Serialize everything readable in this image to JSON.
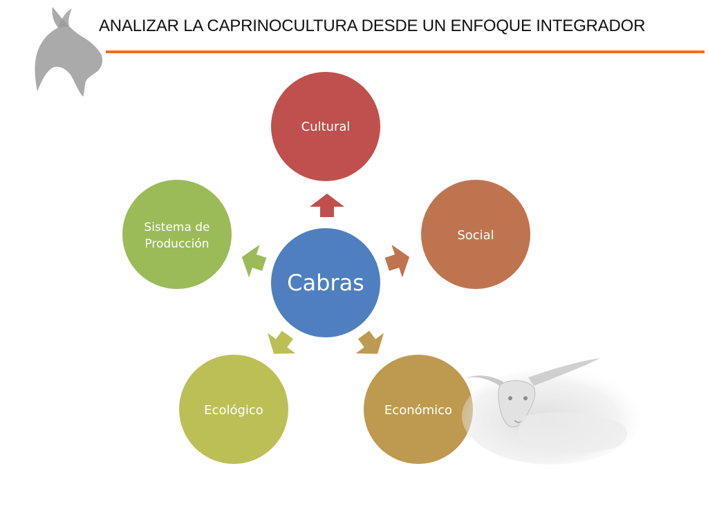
{
  "slide": {
    "title": "ANALIZAR LA CAPRINOCULTURA DESDE UN ENFOQUE INTEGRADOR",
    "accent_color": "#F26B21"
  },
  "diagram": {
    "center": {
      "label": "Cabras",
      "color": "#4F7FBF"
    },
    "nodes": [
      {
        "label": "Cultural",
        "color": "#C0504D"
      },
      {
        "label": "Social",
        "color": "#BF7450"
      },
      {
        "label": "Económico",
        "color": "#BE9A50"
      },
      {
        "label": "Ecológico",
        "color": "#BCBF55"
      },
      {
        "label_lines": [
          "Sistema de",
          "Producción"
        ],
        "color": "#9BBB59"
      }
    ]
  },
  "icons": {
    "logo": "goat-head-logo-icon",
    "photo": "goat-photo"
  }
}
